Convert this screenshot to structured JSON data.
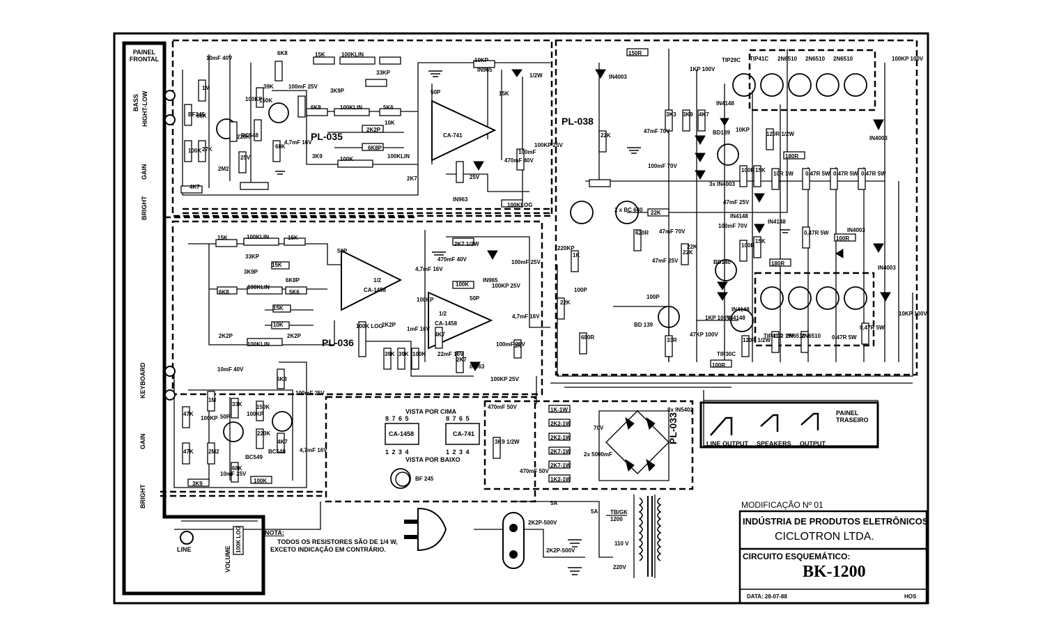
{
  "title_block": {
    "modification": "MODIFICAÇÃO Nº 01",
    "company_line1": "INDÚSTRIA DE PRODUTOS ELETRÔNICOS",
    "company_line2": "CICLOTRON LTDA.",
    "diagram_type": "CIRCUITO ESQUEMÁTICO:",
    "model": "BK-1200",
    "date": "DATA: 28-07-88",
    "initials": "HOS"
  },
  "note": {
    "heading": "NOTA:",
    "line1": "TODOS OS RESISTORES SÃO DE 1/4 W,",
    "line2": "EXCETO INDICAÇÃO EM CONTRÁRIO."
  },
  "panels": {
    "front": "PAINEL FRONTAL",
    "rear_line1": "PAINEL",
    "rear_line2": "TRASEIRO"
  },
  "boards": {
    "preamp_top": "PL-035",
    "preamp_bottom": "PL-036",
    "power_amp": "PL-038",
    "power_supply": "PL-033"
  },
  "front_inputs": {
    "bass": "BASS",
    "hight_low": "HIGHT-LOW",
    "gain_top": "GAIN",
    "bright_top": "BRIGHT",
    "keyboard": "KEYBOARD",
    "gain_bottom": "GAIN",
    "bright_bottom": "BRIGHT",
    "line": "LINE",
    "volume": "VOLUME",
    "volume_pot": "100K LOG"
  },
  "rear_outputs": {
    "line_output": "LINE OUTPUT",
    "speakers": "SPEAKERS",
    "output": "OUTPUT"
  },
  "ic_pinouts": {
    "top_view": "VISTA POR CIMA",
    "bottom_view": "VISTA POR BAIXO",
    "pins_top": "8 7 6 5",
    "pins_bottom": "1 2 3 4",
    "ic1": "CA-1458",
    "ic2": "CA-741",
    "transistor": "BF 245"
  },
  "pl035_parts": [
    "10mF 40V",
    "6K8",
    "100mF 25V",
    "39K",
    "1M",
    "150K",
    "100KP",
    "15K",
    "100KLIN",
    "33KP",
    "3K9P",
    "6K8",
    "100KLIN",
    "5K6",
    "50P",
    "CA-741",
    "4,7mF 16V",
    "BC548",
    "220K",
    "BF245",
    "56K",
    "100K",
    "27K",
    "2M2",
    "25V",
    "68K",
    "4K7",
    "100K",
    "3K9",
    "100KLIN",
    "6K8P",
    "2K2P",
    "10K",
    "15K",
    "10KP",
    "IN965",
    "2K7",
    "1/2W",
    "470mF 40V",
    "25V",
    "100mF",
    "IN963",
    "100KLOG",
    "100KP 25V",
    "39K",
    "6K8P"
  ],
  "pl036_parts": [
    "15K",
    "100KLIN",
    "15K",
    "50P",
    "33KP",
    "15K",
    "3K9P",
    "6K8",
    "100KLIN",
    "5K6",
    "6K8P",
    "1/2",
    "CA-1458",
    "4,7mF 16V",
    "15K",
    "10K",
    "2K2P",
    "100KLIN",
    "2K2P",
    "100K LOG",
    "2K2P",
    "39K",
    "39K",
    "100K",
    "1mF 16V",
    "4K7",
    "1/2",
    "CA-1458",
    "22mF 16V",
    "2K7",
    "100KP",
    "470mF 40V",
    "2K7 1/2W",
    "100K",
    "50P",
    "IN965",
    "100KP 25V",
    "100mF 25V",
    "4,7mF 16V",
    "1K",
    "100mF 25V",
    "100KP 25V",
    "IN963"
  ],
  "pl036_input_parts": [
    "10mF 40V",
    "6K8",
    "1M",
    "33K",
    "47K",
    "100KP",
    "50P",
    "100KP",
    "150K",
    "100mF 25V",
    "2M2",
    "BC549",
    "220K",
    "BC548",
    "4K7",
    "4,7mF 16V",
    "47K",
    "68K",
    "10mF 25V",
    "3K9",
    "100K"
  ],
  "pl038_parts": [
    "150R",
    "IN4003",
    "1KP 100V",
    "TIP29C",
    "TIP41C",
    "2N6510",
    "2N6510",
    "2N6510",
    "100KP 100V",
    "22K",
    "47mF 70V",
    "3K3",
    "3K9",
    "4K7",
    "IN4148",
    "10KP",
    "BD139",
    "120R 1/2W",
    "IN4003",
    "100mF 70V",
    "3x IN4003",
    "180R",
    "100R",
    "15K",
    "10R 1W",
    "0,47R 5W",
    "0,47R 5W",
    "0,47R 5W",
    "47mF 25V",
    "IN4148",
    "100R",
    "2 x BC 640",
    "22K",
    "100mF 70V",
    "22K",
    "620R",
    "47mF 25V",
    "47mF 70V",
    "22K",
    "IN4148",
    "IN4003",
    "15K",
    "IN4148",
    "0,47R 5W",
    "100R",
    "220KP",
    "1K",
    "100P",
    "22K",
    "BD140",
    "180R",
    "IN4148",
    "100P",
    "BD 139",
    "1KP 100V",
    "47KP 100V",
    "TIP30C",
    "120R 1/2W",
    "TIP41C",
    "10R 1W",
    "2N6510",
    "2N6510",
    "0,47R 5W",
    "0,47R 5W",
    "680R",
    "33R",
    "100R",
    "IN4003",
    "10KP 100V"
  ],
  "pl033_parts": [
    "470mF 50V",
    "1K-1W",
    "2K2-1W",
    "2K2-1W",
    "2K7-1W",
    "2K7-1W",
    "3K9 1/2W",
    "470mF 50V",
    "1K2-1W",
    "2x 5000mF",
    "70V",
    "8x IN5402"
  ],
  "mains_parts": [
    "5A",
    "5A",
    "2K2P-500V",
    "2K2P-500V",
    "TB/GK 1200",
    "110 V",
    "220V"
  ]
}
